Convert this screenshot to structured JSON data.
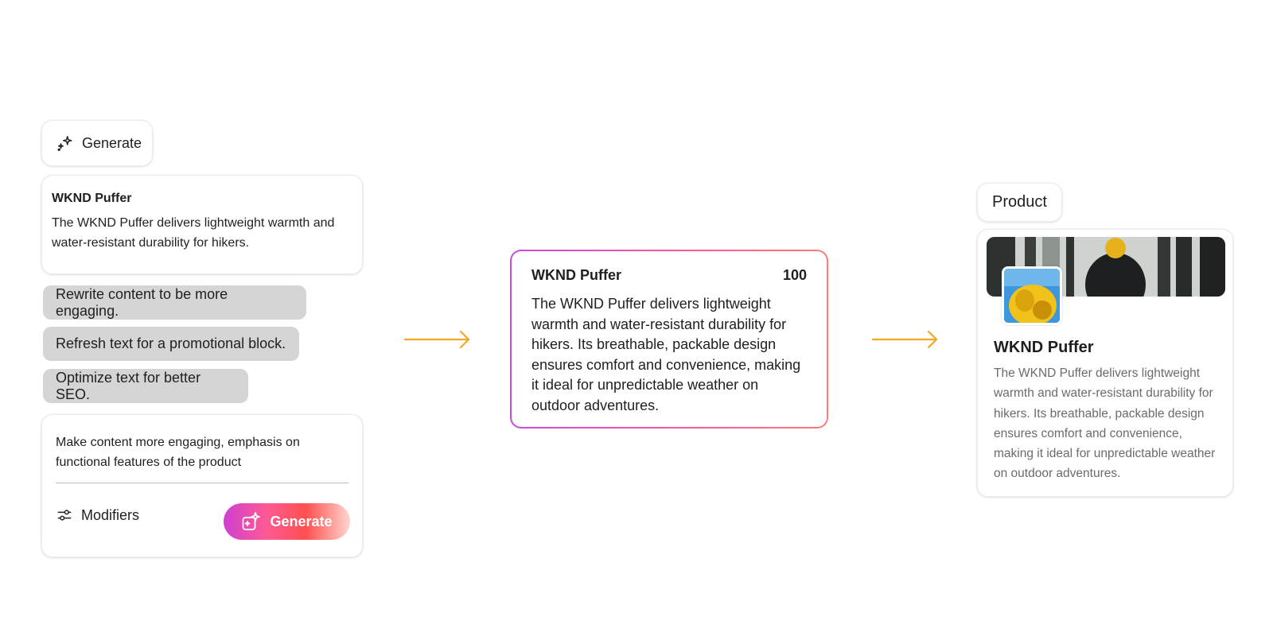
{
  "left_panel": {
    "header_button_label": "Generate",
    "content_card": {
      "title": "WKND Puffer",
      "body": "The WKND Puffer delivers lightweight warmth and water-resistant durability for hikers."
    },
    "suggestions": [
      "Rewrite content to be more engaging.",
      "Refresh text for a promotional block.",
      "Optimize text for better SEO."
    ],
    "prompt": {
      "text": "Make content more engaging, emphasis on functional features of the product",
      "modifiers_label": "Modifiers",
      "generate_label": "Generate"
    }
  },
  "result_card": {
    "title": "WKND Puffer",
    "score": "100",
    "body": "The WKND Puffer delivers lightweight warmth and water-resistant durability for hikers. Its breathable, packable design ensures comfort and convenience, making it ideal for unpredictable weather on outdoor adventures."
  },
  "product": {
    "pill_label": "Product",
    "title": "WKND Puffer",
    "body": "The WKND Puffer delivers lightweight warmth and water-resistant durability for hikers. Its breathable, packable design ensures comfort and convenience, making it ideal for unpredictable weather on outdoor adventures."
  },
  "colors": {
    "arrow": "#f5a623",
    "chip_bg": "#d5d5d5",
    "gradient_start": "#c54be0",
    "gradient_end": "#ff7b7b"
  },
  "icons": {
    "generate": "sparkle-icon",
    "modifiers": "sliders-icon"
  }
}
